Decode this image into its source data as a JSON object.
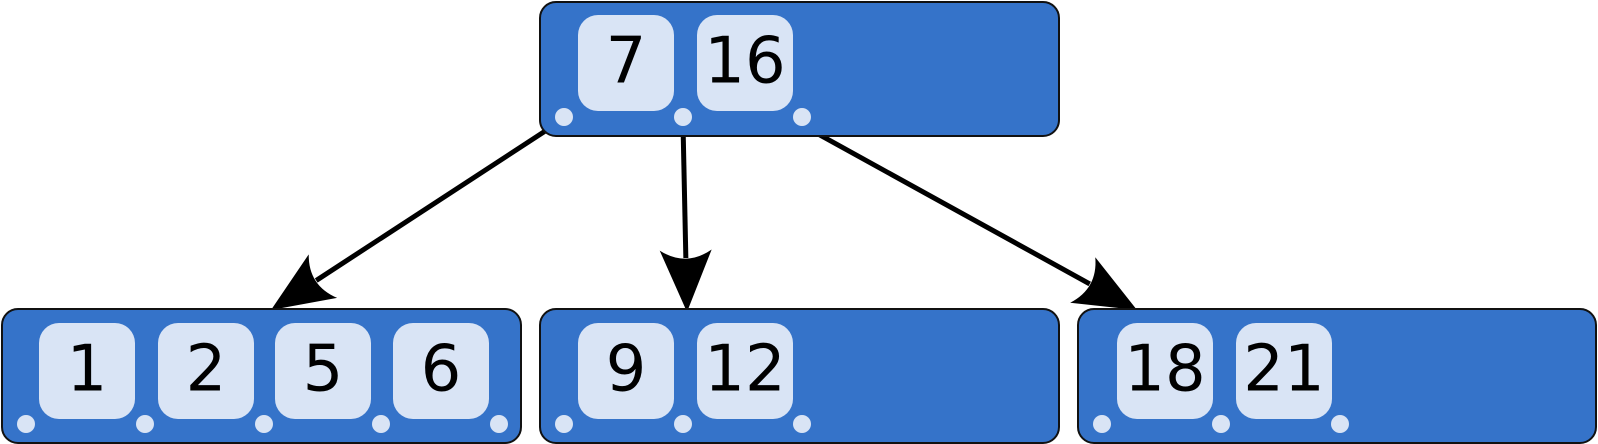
{
  "tree": {
    "root": {
      "keys": [
        "7",
        "16"
      ]
    },
    "children": [
      {
        "keys": [
          "1",
          "2",
          "5",
          "6"
        ]
      },
      {
        "keys": [
          "9",
          "12"
        ]
      },
      {
        "keys": [
          "18",
          "21"
        ]
      }
    ]
  },
  "colors": {
    "node_fill": "#3573c9",
    "key_fill": "#d9e4f5",
    "pointer_dot": "#d9e4f5",
    "edge": "#000000"
  }
}
